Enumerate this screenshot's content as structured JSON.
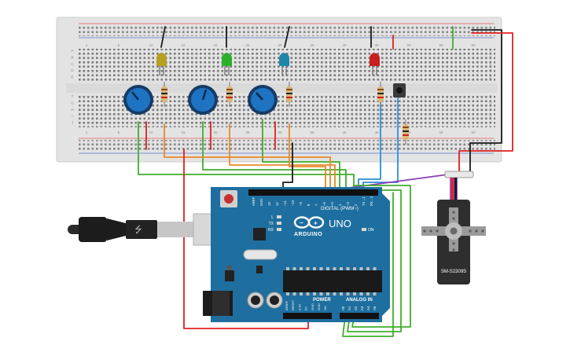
{
  "colors": {
    "board_blue": "#1e6f9f",
    "breadboard": "#e4e4e4",
    "wire_green": "#3fae2a",
    "wire_orange": "#e8892a",
    "wire_red": "#e02020",
    "wire_blue": "#2b8fd6",
    "wire_purple": "#8a3fb8",
    "wire_black": "#1a1a1a",
    "led_yellow": "#b6a020",
    "led_green": "#2bb02b",
    "led_blue": "#1f86a8",
    "led_red": "#c81e1e"
  },
  "breadboard": {
    "column_numbers": [
      "1",
      "5",
      "10",
      "15",
      "20",
      "25",
      "30",
      "35",
      "40",
      "45",
      "50",
      "55",
      "60"
    ],
    "row_letters": [
      "A",
      "B",
      "C",
      "D",
      "E",
      "F",
      "G",
      "H",
      "I",
      "J"
    ]
  },
  "arduino": {
    "brand": "ARDUINO",
    "model": "UNO",
    "digital_label": "DIGITAL (PWM~)",
    "power_label": "POWER",
    "analog_label": "ANALOG IN",
    "on_label": "ON",
    "led_labels": [
      "L",
      "TX",
      "RX"
    ],
    "digital_pins": [
      "AREF",
      "GND",
      "13",
      "12",
      "~11",
      "~10",
      "~9",
      "8",
      "7",
      "~6",
      "~5",
      "4",
      "~3",
      "2",
      "TX→1",
      "RX←0"
    ],
    "power_pins": [
      "IOREF",
      "RESET",
      "3.3V",
      "5V",
      "GND",
      "GND",
      "Vin"
    ],
    "analog_pins": [
      "A0",
      "A1",
      "A2",
      "A3",
      "A4",
      "A5"
    ]
  },
  "servo": {
    "model": "SM-S2309S"
  },
  "components": {
    "leds": [
      "yellow",
      "green",
      "blue",
      "red"
    ],
    "potentiometers": 3,
    "resistors": 5,
    "pushbuttons": 1
  }
}
